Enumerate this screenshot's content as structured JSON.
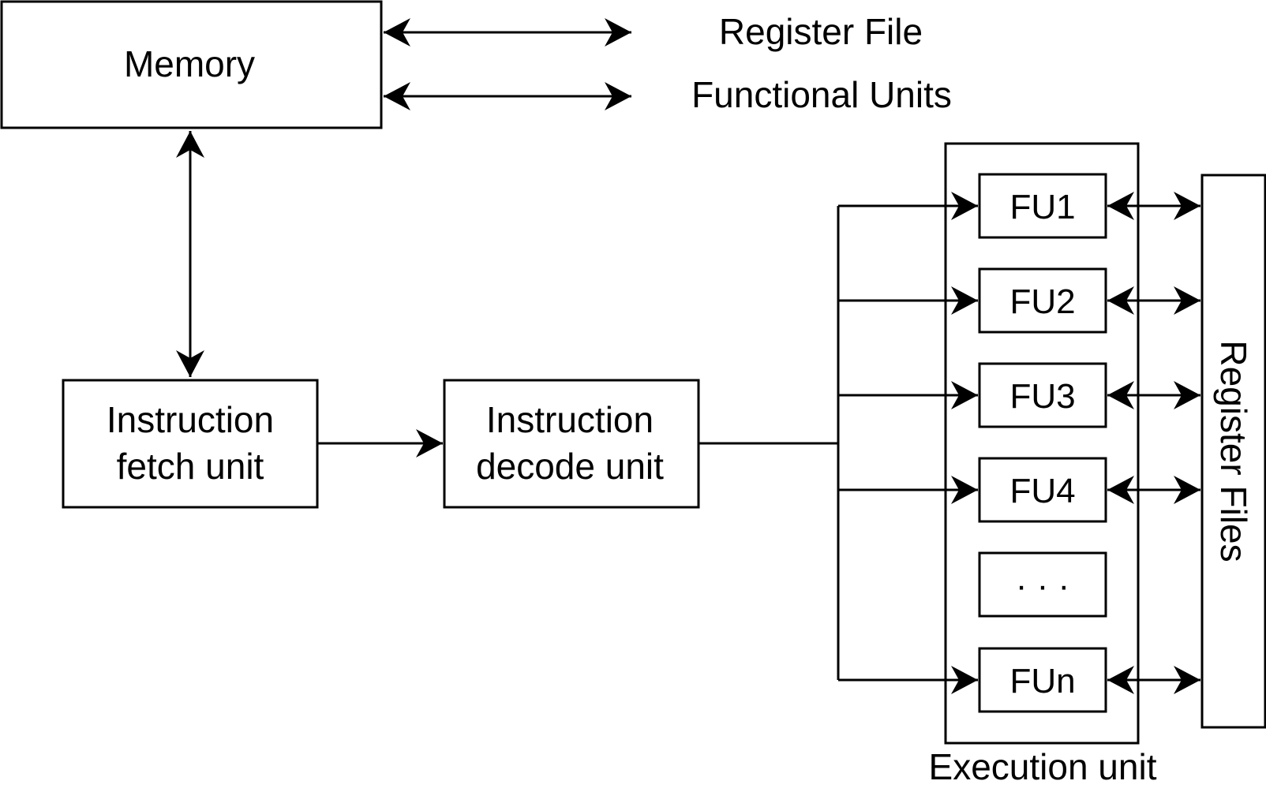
{
  "memory": {
    "label": "Memory"
  },
  "legend": {
    "register_file": "Register File",
    "functional_units": "Functional Units"
  },
  "fetch_unit": {
    "line1": "Instruction",
    "line2": "fetch unit"
  },
  "decode_unit": {
    "line1": "Instruction",
    "line2": "decode unit"
  },
  "execution_unit": {
    "label": "Execution unit",
    "functional_units": [
      "FU1",
      "FU2",
      "FU3",
      "FU4",
      "· · ·",
      "FUn"
    ]
  },
  "register_files": {
    "label": "Register Files"
  },
  "colors": {
    "stroke": "#000000",
    "background": "#ffffff"
  }
}
